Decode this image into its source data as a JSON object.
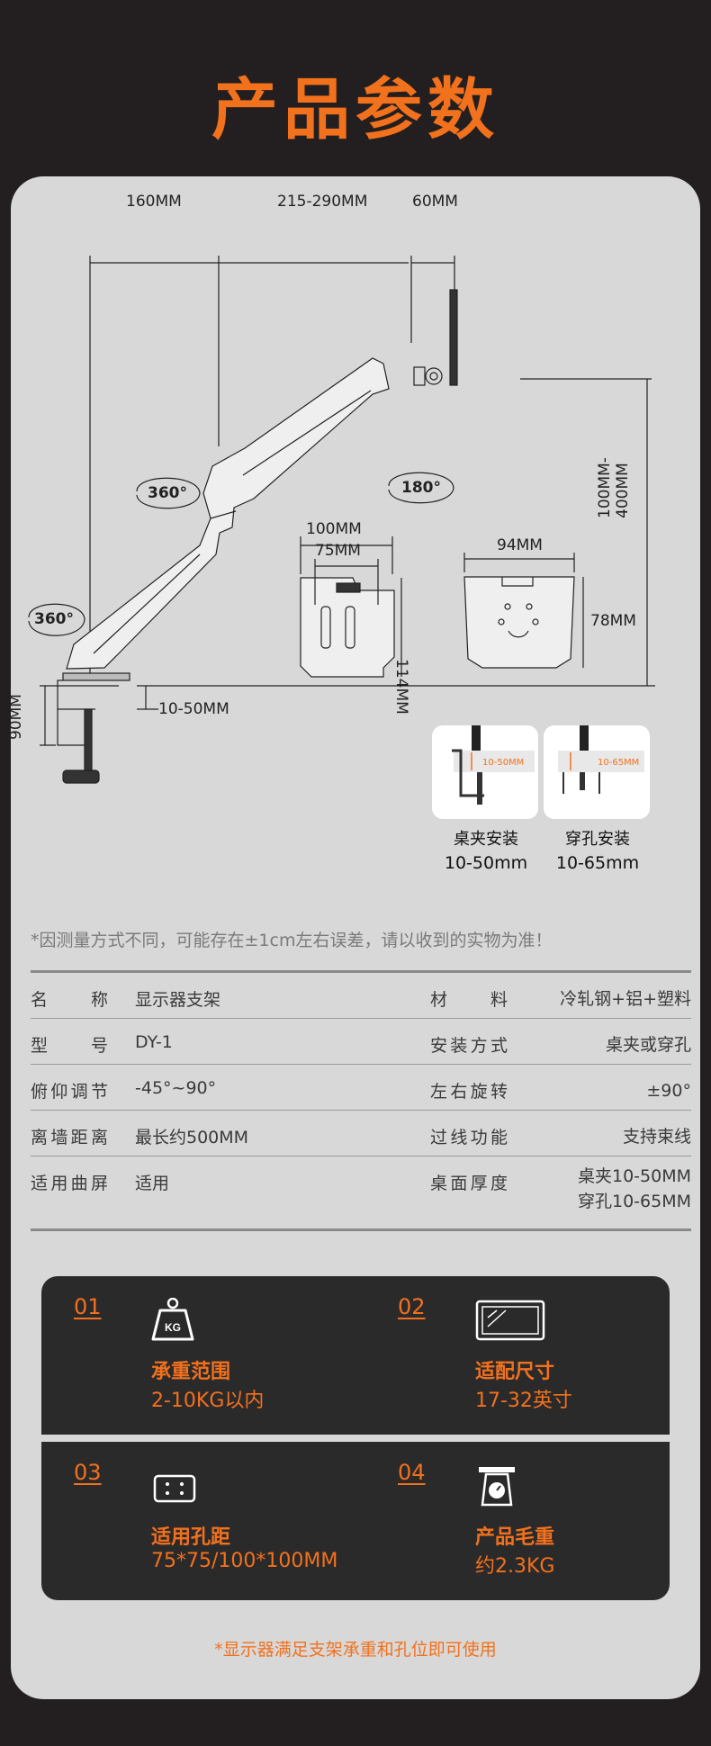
{
  "title": "产品参数",
  "dimensions": {
    "arm_base": "160MM",
    "arm_reach": "215-290MM",
    "head": "60MM",
    "height": "100MM-400MM",
    "clamp_height": "90MM",
    "desk_thickness": "10-50MM",
    "rotate_base": "360°",
    "rotate_joint": "360°",
    "rotate_head": "180°",
    "vesa_outer": "100MM",
    "vesa_inner": "75MM",
    "vesa_height": "114MM",
    "grommet_width": "94MM",
    "grommet_height": "78MM"
  },
  "mounting": [
    {
      "label": "桌夹安装",
      "range": "10-50mm",
      "tag": "10-50MM"
    },
    {
      "label": "穿孔安装",
      "range": "10-65mm",
      "tag": "10-65MM"
    }
  ],
  "note": "*因测量方式不同，可能存在±1cm左右误差，请以收到的实物为准！",
  "specs": [
    {
      "k1": "名称",
      "v1": "显示器支架",
      "k2": "材料",
      "v2": "冷轧钢+铝+塑料"
    },
    {
      "k1": "型号",
      "v1": "DY-1",
      "k2": "安装方式",
      "v2": "桌夹或穿孔"
    },
    {
      "k1": "俯仰调节",
      "v1": "-45°~90°",
      "k2": "左右旋转",
      "v2": "±90°"
    },
    {
      "k1": "离墙距离",
      "v1": "最长约500MM",
      "k2": "过线功能",
      "v2": "支持束线"
    },
    {
      "k1": "适用曲屏",
      "v1": "适用",
      "k2": "桌面厚度",
      "v2": "桌夹10-50MM",
      "v2b": "穿孔10-65MM"
    }
  ],
  "features": [
    {
      "num": "01",
      "icon": "weight-kg-icon",
      "icon_text": "KG",
      "label": "承重范围",
      "value": "2-10KG以内"
    },
    {
      "num": "02",
      "icon": "monitor-icon",
      "label": "适配尺寸",
      "value": "17-32英寸"
    },
    {
      "num": "03",
      "icon": "vesa-holes-icon",
      "label": "适用孔距",
      "value": "75*75/100*100MM"
    },
    {
      "num": "04",
      "icon": "scale-icon",
      "label": "产品毛重",
      "value": "约2.3KG"
    }
  ],
  "bottom_note": "*显示器满足支架承重和孔位即可使用",
  "colors": {
    "accent": "#f2711d",
    "background": "#231f20",
    "panel": "#d8d8d8",
    "card": "#2b2a2b"
  }
}
